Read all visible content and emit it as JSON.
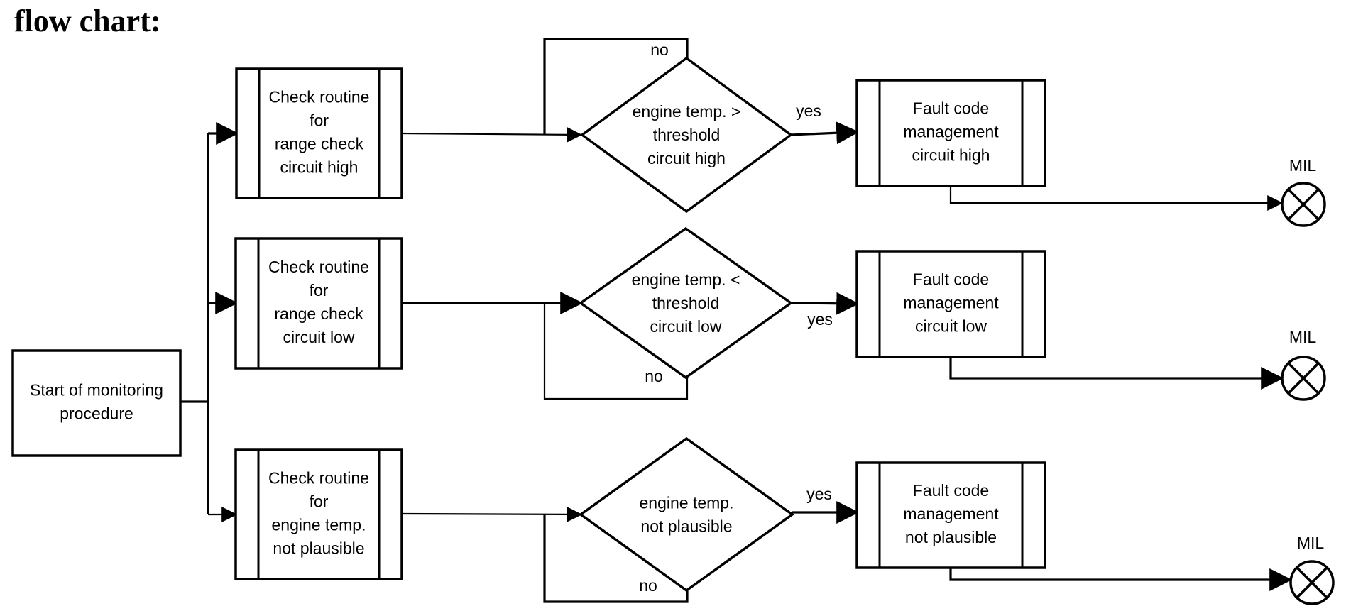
{
  "heading": "flow chart:",
  "nodes": {
    "start": {
      "lines": [
        "Start of monitoring",
        "procedure"
      ]
    },
    "check_high": {
      "lines": [
        "Check routine",
        "for",
        "range check",
        "circuit high"
      ]
    },
    "check_low": {
      "lines": [
        "Check routine",
        "for",
        "range check",
        "circuit low"
      ]
    },
    "check_plaus": {
      "lines": [
        "Check routine",
        "for",
        "engine temp.",
        "not plausible"
      ]
    },
    "dec_high": {
      "lines": [
        "engine temp. >",
        "threshold",
        "circuit high"
      ]
    },
    "dec_low": {
      "lines": [
        "engine temp. <",
        "threshold",
        "circuit low"
      ]
    },
    "dec_plaus": {
      "lines": [
        "engine temp.",
        "not plausible"
      ]
    },
    "fault_high": {
      "lines": [
        "Fault code",
        "management",
        "circuit high"
      ]
    },
    "fault_low": {
      "lines": [
        "Fault code",
        "management",
        "circuit low"
      ]
    },
    "fault_plaus": {
      "lines": [
        "Fault code",
        "management",
        "not plausible"
      ]
    }
  },
  "labels": {
    "yes": "yes",
    "no": "no",
    "mil": "MIL"
  }
}
